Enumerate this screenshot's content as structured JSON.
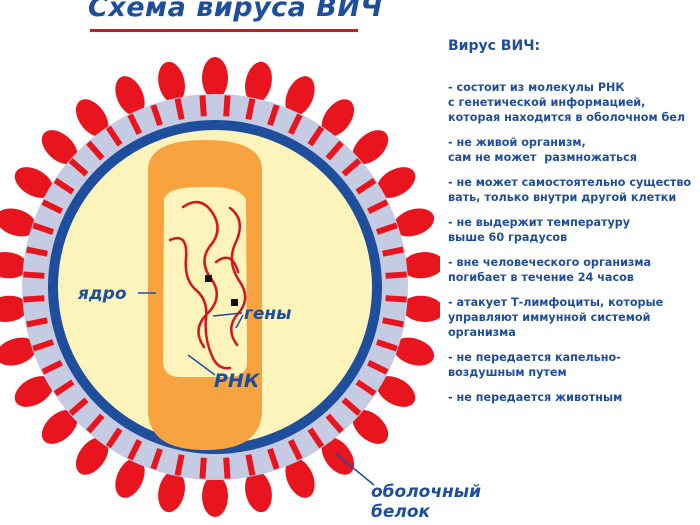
{
  "title": "Схема вируса ВИЧ",
  "labels": {
    "nucleus": "ядро",
    "genes": "гены",
    "rna": "РНК",
    "protein": "оболочный\nбелок"
  },
  "info": {
    "heading": "Вирус ВИЧ:",
    "facts": [
      "- состоит из молекулы РНК\nс генетической информацией,\nкоторая находится в оболочном бел",
      "- не живой организм,\nсам не может  размножаться",
      "- не может самостоятельно существо\nвать, только внутри другой клетки",
      "- не выдержит температуру\nвыше 60 градусов",
      "- вне человеческого организма\nпогибает в течение 24 часов",
      "- атакует Т-лимфоциты, которые\nуправляют иммунной системой\nорганизма",
      "- не передается капельно-\nвоздушным путем",
      "- не передается животным"
    ]
  },
  "colors": {
    "title": "#1f4e9c",
    "title_rule": "#d8141e",
    "spike_red": "#e8141e",
    "envelope_light": "#c4cbe2",
    "membrane_blue": "#1f4e9c",
    "interior": "#fdf4bc",
    "nucleus_orange": "#f6a340",
    "nucleus_inner": "#fdf4bc",
    "rna_red": "#d8141e",
    "text": "#1f4e9c"
  }
}
